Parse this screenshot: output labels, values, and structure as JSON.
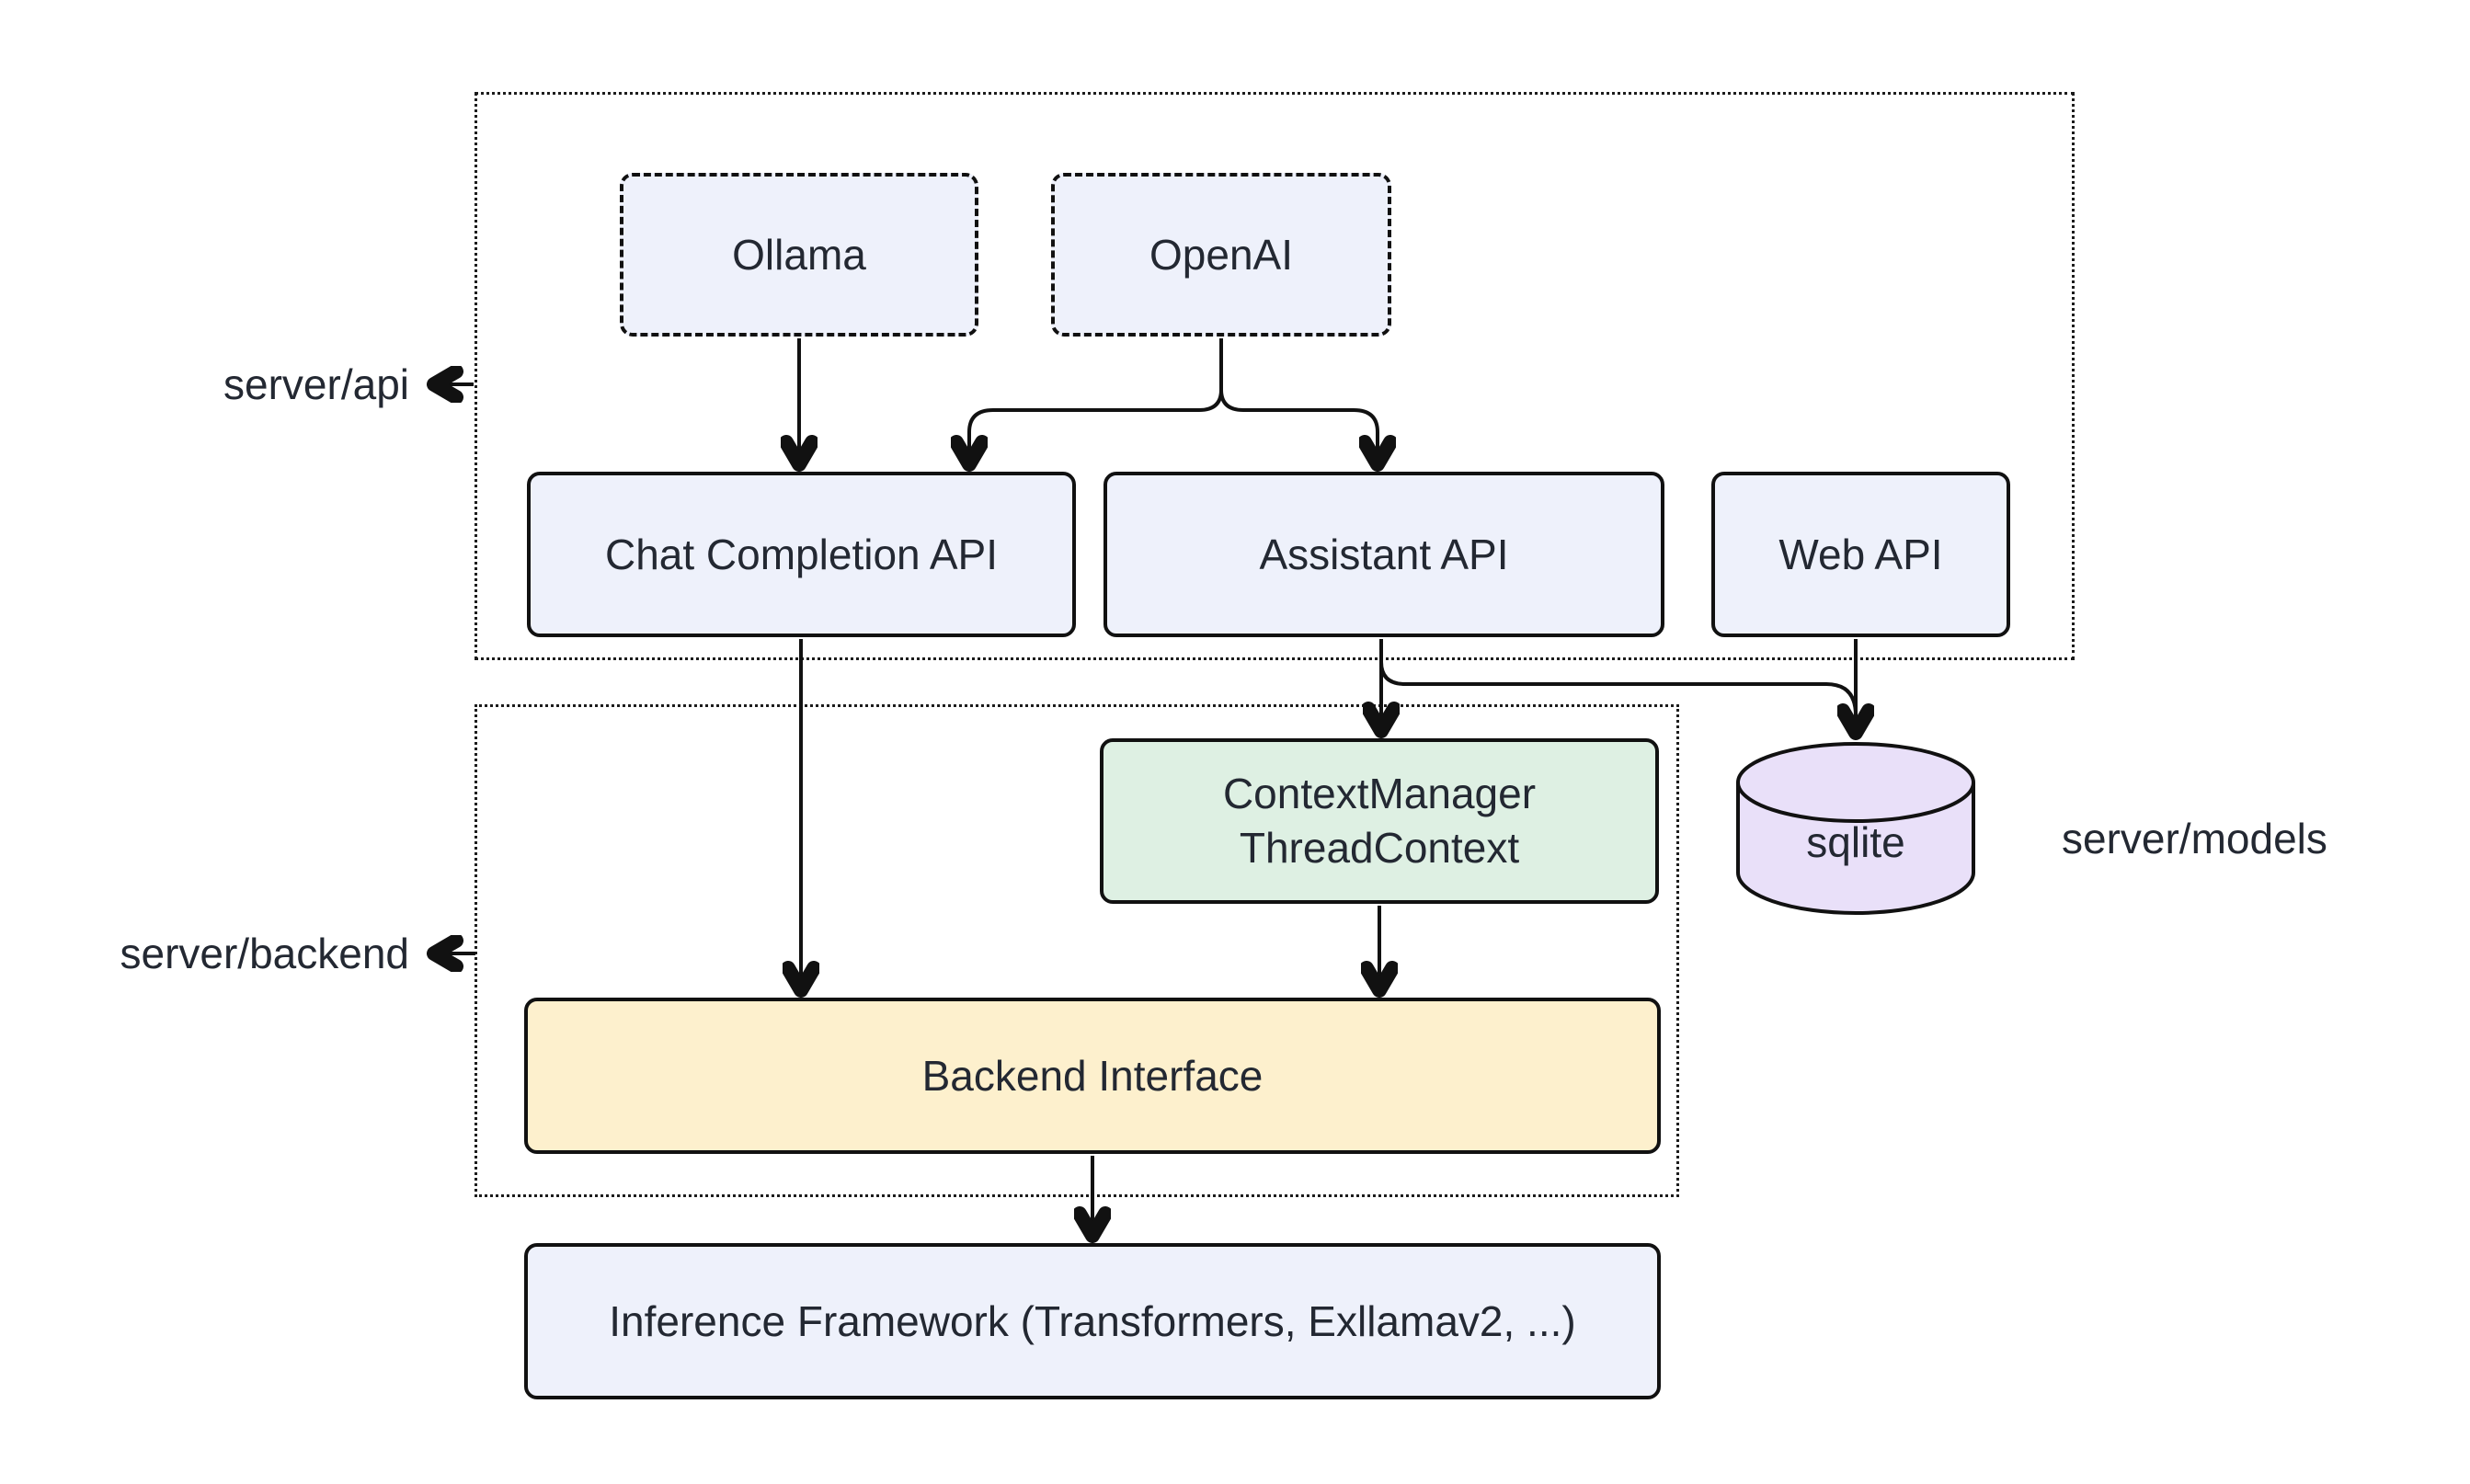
{
  "groups": {
    "api": {
      "label": "server/api"
    },
    "backend": {
      "label": "server/backend"
    },
    "models": {
      "label": "server/models"
    }
  },
  "nodes": {
    "ollama": {
      "label": "Ollama"
    },
    "openai": {
      "label": "OpenAI"
    },
    "chat_completion": {
      "label": "Chat Completion API"
    },
    "assistant": {
      "label": "Assistant API"
    },
    "web": {
      "label": "Web API"
    },
    "context_manager": {
      "label": "ContextManager\nThreadContext"
    },
    "sqlite": {
      "label": "sqlite"
    },
    "backend_interface": {
      "label": "Backend Interface"
    },
    "inference": {
      "label": "Inference Framework (Transformers, Exllamav2, ...)"
    }
  },
  "edges": [
    {
      "from": "Ollama",
      "to": "Chat Completion API"
    },
    {
      "from": "OpenAI",
      "to": "Chat Completion API"
    },
    {
      "from": "OpenAI",
      "to": "Assistant API"
    },
    {
      "from": "Chat Completion API",
      "to": "Backend Interface"
    },
    {
      "from": "Assistant API",
      "to": "ContextManager ThreadContext"
    },
    {
      "from": "Assistant API",
      "to": "sqlite"
    },
    {
      "from": "Web API",
      "to": "sqlite"
    },
    {
      "from": "ContextManager ThreadContext",
      "to": "Backend Interface"
    },
    {
      "from": "Backend Interface",
      "to": "Inference Framework (Transformers, Exllamav2, ...)"
    }
  ],
  "colors": {
    "line": "#111111",
    "ink": "#232832",
    "node_blue": "#eef1fb",
    "node_green": "#def0e3",
    "node_yellow": "#fdf0cd",
    "node_purple": "#e9e0f9",
    "background": "#ffffff"
  }
}
